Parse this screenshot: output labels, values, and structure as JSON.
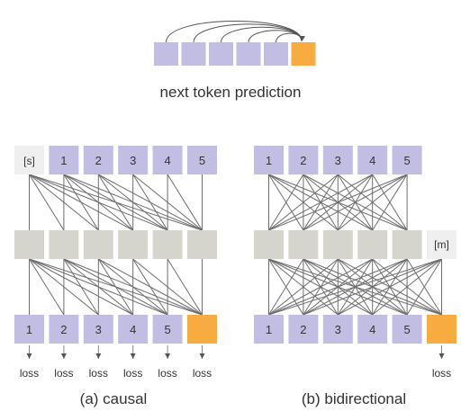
{
  "colors": {
    "token": "#c1bde3",
    "target": "#f8ac3f",
    "hidden": "#d6d5cd",
    "special": "#efefef",
    "edge": "#6d6d6d",
    "text": "#333333"
  },
  "top_diagram": {
    "caption": "next token prediction",
    "token_count": 5
  },
  "causal": {
    "start_token": "[s]",
    "input_tokens": [
      "1",
      "2",
      "3",
      "4",
      "5"
    ],
    "hidden_count": 6,
    "output_tokens": [
      "1",
      "2",
      "3",
      "4",
      "5"
    ],
    "loss_labels": [
      "loss",
      "loss",
      "loss",
      "loss",
      "loss",
      "loss"
    ],
    "caption": "(a) causal"
  },
  "bidirectional": {
    "input_tokens": [
      "1",
      "2",
      "3",
      "4",
      "5"
    ],
    "mask_token": "[m]",
    "hidden_count": 6,
    "output_tokens": [
      "1",
      "2",
      "3",
      "4",
      "5"
    ],
    "loss_label": "loss",
    "caption": "(b) bidirectional"
  }
}
